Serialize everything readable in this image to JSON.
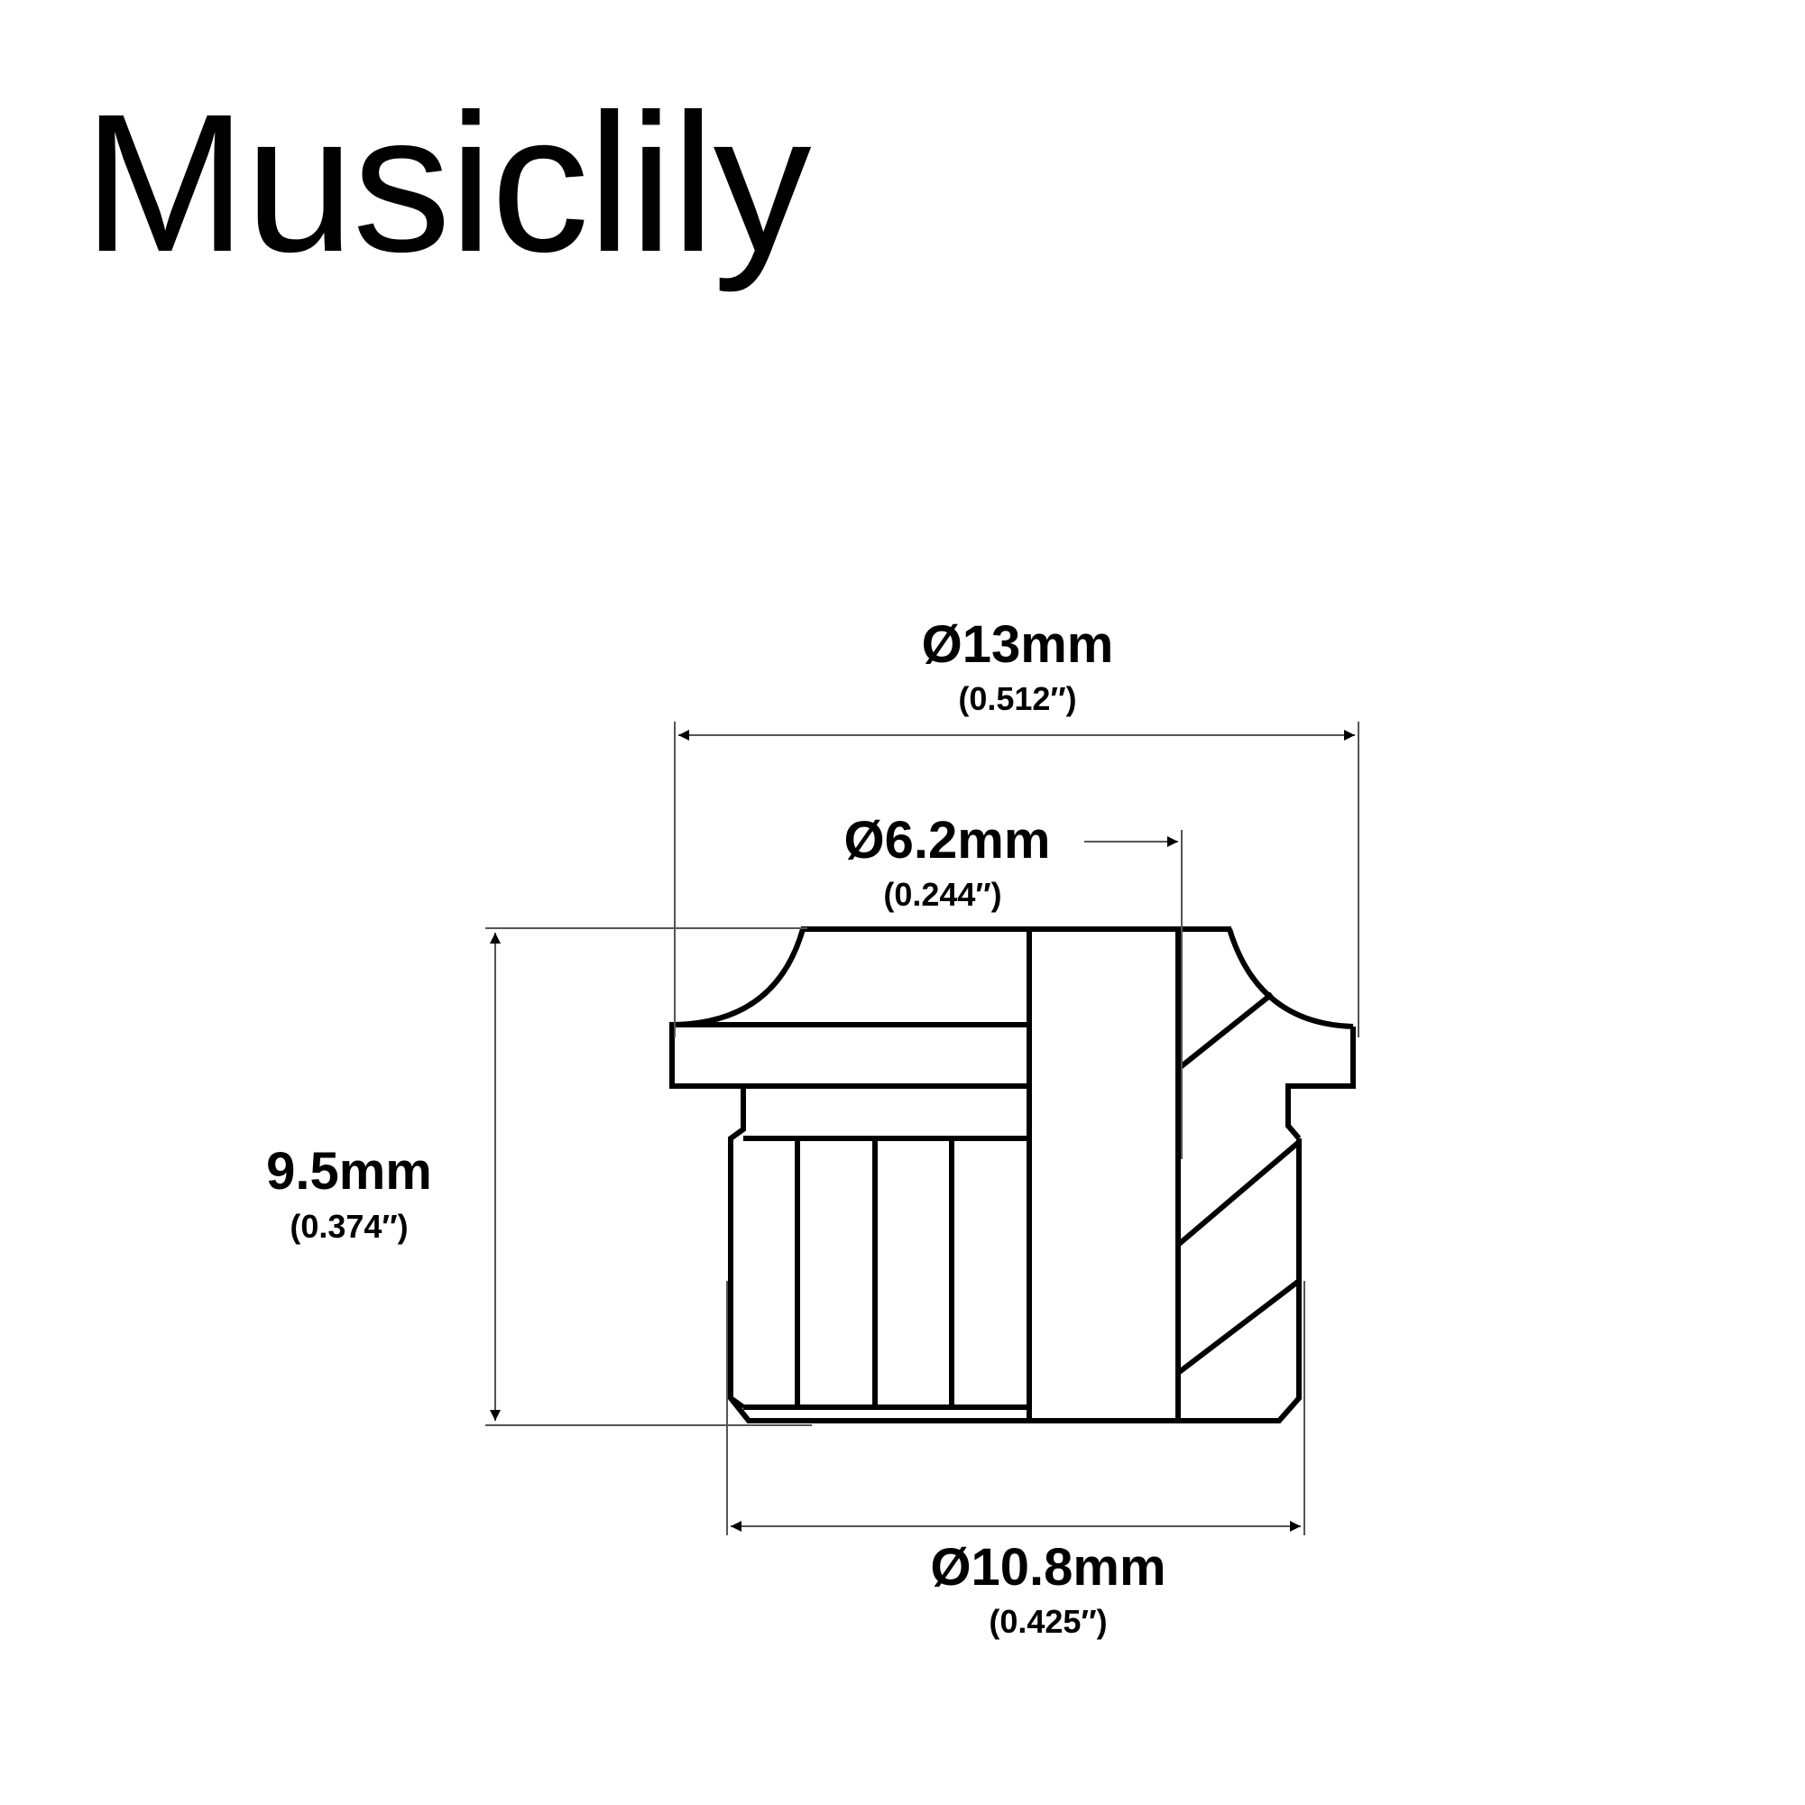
{
  "brand": {
    "name": "Musiclily"
  },
  "colors": {
    "line": "#000000",
    "dimension_line": "#555555",
    "background": "#ffffff"
  },
  "dimensions": {
    "outer_diameter": {
      "metric": "Ø13mm",
      "imperial": "(0.512″)"
    },
    "bore_diameter": {
      "metric": "Ø6.2mm",
      "imperial": "(0.244″)"
    },
    "height": {
      "metric": "9.5mm",
      "imperial": "(0.374″)"
    },
    "body_diameter": {
      "metric": "Ø10.8mm",
      "imperial": "(0.425″)"
    }
  }
}
